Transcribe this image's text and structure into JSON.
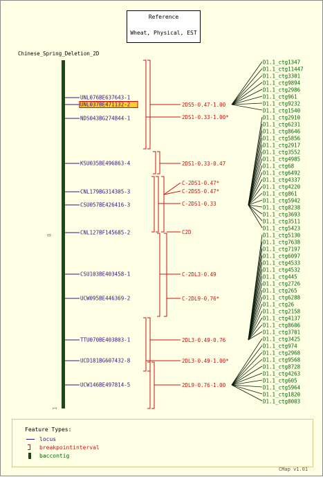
{
  "reference": {
    "title": "Reference",
    "description": "Wheat, Physical, EST"
  },
  "map": {
    "title": "Chinese_Spring_Deletion_2D",
    "start_label": "0",
    "end_label": "1",
    "loci": [
      {
        "label": "UNL076BE637643-1",
        "highlighted": false
      },
      {
        "label": "UNL037BE471132-2",
        "highlighted": true
      },
      {
        "label": "NDS043BG274844-1",
        "highlighted": false
      },
      {
        "label": "KSU035BE496863-4",
        "highlighted": false
      },
      {
        "label": "CNL179BG314305-3",
        "highlighted": false
      },
      {
        "label": "CSU057BE426416-3",
        "highlighted": false
      },
      {
        "label": "CNL127BF145685-2",
        "highlighted": false
      },
      {
        "label": "CSU103BE403458-1",
        "highlighted": false
      },
      {
        "label": "UCW095BE446369-2",
        "highlighted": false
      },
      {
        "label": "TTU070BE403803-1",
        "highlighted": false
      },
      {
        "label": "UCD181BG607432-8",
        "highlighted": false
      },
      {
        "label": "UCW146BE497814-5",
        "highlighted": false
      }
    ],
    "intervals": [
      {
        "label": "2DS5-0.47-1.00"
      },
      {
        "label": "2DS1-0.33-1.00*"
      },
      {
        "label": "2DS1-0.33-0.47"
      },
      {
        "label": "C-2DS1-0.47*"
      },
      {
        "label": "C-2DS5-0.47*"
      },
      {
        "label": "C-2DS1-0.33"
      },
      {
        "label": "C2D"
      },
      {
        "label": "C-2DL3-0.49"
      },
      {
        "label": "C-2DL9-0.76*"
      },
      {
        "label": "2DL3-0.49-0.76"
      },
      {
        "label": "2DL3-0.49-1.00*"
      },
      {
        "label": "2DL9-0.76-1.00"
      }
    ],
    "contigs": [
      "D1.1_ctg1347",
      "D1.1_ctg11447",
      "D1.1_ctg3301",
      "D1.1_ctg9894",
      "D1.1_ctg2986",
      "D1.1_ctg961",
      "D1.1_ctg9232",
      "D1.1_ctg1540",
      "D1.1_ctg2910",
      "D1.1_ctg6231",
      "D1.1_ctg8646",
      "D1.1_ctg5856",
      "D1.1_ctg2917",
      "D1.1_ctg3552",
      "D1.1_ctg4985",
      "D1.1_ctg68",
      "D1.1_ctg6492",
      "D1.1_ctg4337",
      "D1.1_ctg4220",
      "D1.1_ctg861",
      "D1.1_ctg5942",
      "D1.1_ctg8238",
      "D1.1_ctg3693",
      "D1.1_ctg3511",
      "D1.1_ctg5423",
      "D1.1_ctg5130",
      "D1.1_ctg7638",
      "D1.1_ctg7197",
      "D1.1_ctg6097",
      "D1.1_ctg4533",
      "D1.1_ctg4532",
      "D1.1_ctg445",
      "D1.1_ctg2726",
      "D1.1_ctg265",
      "D1.1_ctg6288",
      "D1.1_ctg26",
      "D1.1_ctg2158",
      "D1.1_ctg4137",
      "D1.1_ctg8606",
      "D1.1_ctg3701",
      "D1.1_ctg3425",
      "D1.1_ctg974",
      "D1.1_ctg2968",
      "D1.1_ctg9568",
      "D1.1_ctg8728",
      "D1.1_ctg4263",
      "D1.1_ctg605",
      "D1.1_ctg5964",
      "D1.1_ctg1820",
      "D1.1_ctg8003"
    ]
  },
  "legend": {
    "title": "Feature Types:",
    "items": [
      {
        "label": "locus"
      },
      {
        "label": "breakpointinterval"
      },
      {
        "label": "baccontig"
      }
    ]
  },
  "colors": {
    "background": "#ffffe6",
    "backbone": "#1a4a1a",
    "locus": "#33117a",
    "interval": "#cc1111",
    "contig": "#006600",
    "highlight_fill": "#ffcc33",
    "highlight_border": "#cc0000"
  },
  "footer": {
    "version": "CMap v1.01"
  }
}
